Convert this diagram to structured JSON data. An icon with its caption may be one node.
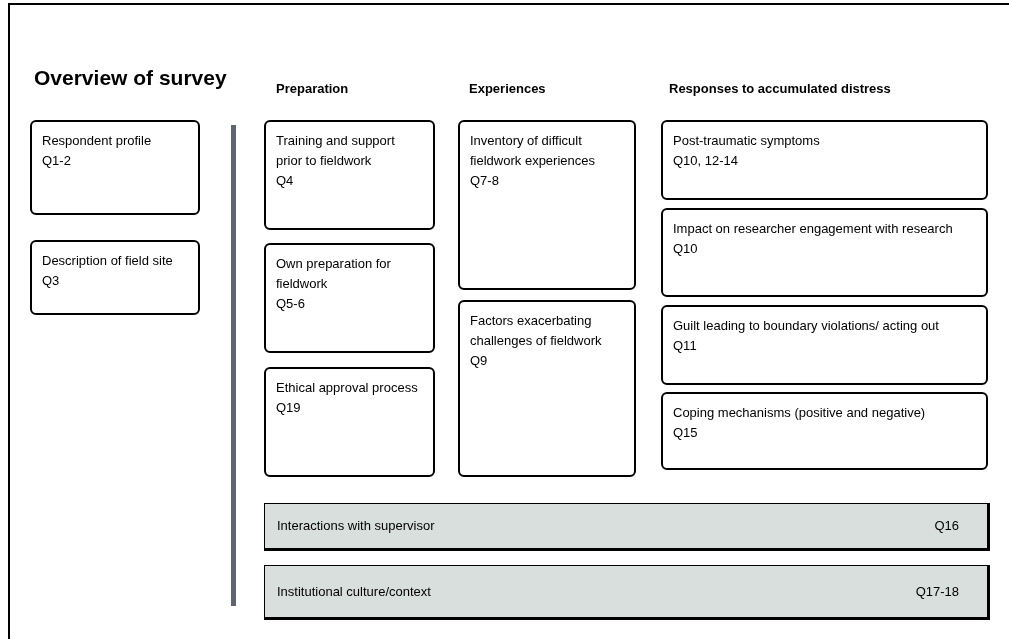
{
  "diagram": {
    "title": "Overview of survey",
    "nodes": [
      {
        "text": [
          "Respondent profile",
          "Q1-2"
        ]
      },
      {
        "text": [
          "Description of field site",
          "Q3"
        ]
      },
      {
        "text": [
          "Training and support prior to fieldwork",
          "Q4"
        ]
      },
      {
        "text": [
          "Own preparation for fieldwork",
          "Q5-6"
        ]
      },
      {
        "text": [
          "Ethical approval process",
          "Q19"
        ]
      },
      {
        "text": [
          "Inventory of difficult fieldwork experiences",
          "Q7-8"
        ]
      },
      {
        "text": [
          "Factors exacerbating challenges of fieldwork",
          "Q9"
        ]
      },
      {
        "text": [
          "Post-traumatic symptoms",
          "Q10, 12-14"
        ]
      },
      {
        "text": [
          "Impact on researcher engagement with research",
          "Q10"
        ]
      },
      {
        "text": [
          "Guilt leading to boundary violations/ acting out",
          "Q11"
        ]
      },
      {
        "text": [
          "Coping mechanisms (positive and negative)",
          "Q15"
        ]
      },
      {
        "text": [
          "Interactions with supervisor",
          "Q16"
        ]
      },
      {
        "text": [
          "Institutional culture/context",
          "Q17-18"
        ]
      }
    ],
    "labels": [
      "Preparation",
      "Experiences",
      "Responses to accumulated distress"
    ]
  }
}
